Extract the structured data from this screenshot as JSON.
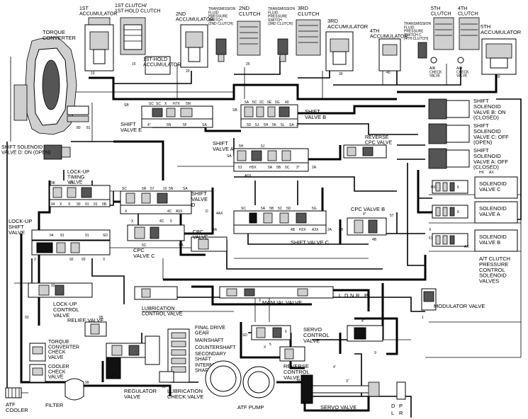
{
  "components": {
    "torque_converter": "TORQUE\nCONVERTER",
    "first_accumulator": "1ST\nACCUMULATOR",
    "first_clutch": "1ST CLUTCH/\n1ST-HOLD CLUTCH",
    "second_accumulator": "2ND\nACCUMULATOR",
    "tf_switch_2nd": "TRANSMISSION\nFLUID\nPRESSURE\nSWITCH\n(2ND CLUTCH)",
    "second_clutch": "2ND\nCLUTCH",
    "tf_switch_3rd": "TRANSMISSION\nFLUID\nPRESSURE\nSWITCH\n(3RD CLUTCH)",
    "third_clutch": "3RD\nCLUTCH",
    "third_accumulator": "3RD\nACCUMULATOR",
    "fourth_accumulator": "4TH\nACCUMULATOR",
    "tf_switch_4th": "TRANSMISSION\nFLUID\nPRESSURE\nSWITCH C\n(4TH CLUTCH)",
    "fifth_clutch": "5TH\nCLUTCH",
    "fourth_clutch": "4TH\nCLUTCH",
    "fifth_accumulator": "5TH\nACCUMULATOR",
    "first_hold_accumulator": "1ST-HOLD\nACCUMULATOR",
    "air_check_valve_1": "AIR\nCHECK\nVALVE",
    "air_check_valve_2": "AIR\nCHECK\nVALVE",
    "shift_valve_e": "SHIFT\nVALVE E",
    "shift_valve_b": "SHIFT\nVALVE B",
    "shift_valve_a": "SHIFT\nVALVE A",
    "shift_valve_c": "SHIFT VALVE C",
    "shift_valve_d": "SHIFT\nVALVE\nD",
    "reverse_cpc_valve": "REVERSE\nCPC VALVE",
    "shift_solenoid_b": "SHIFT\nSOLENOID\nVALVE B: ON\n(CLOSED)",
    "shift_solenoid_c": "SHIFT\nSOLENOID\nVALVE C: OFF\n(OPEN)",
    "shift_solenoid_a": "SHIFT\nSOLENOID\nVALVE A: OFF\n(CLOSED)",
    "shift_solenoid_d": "SHIFT SOLENOID\nVALVE D: ON (OPEN)",
    "lockup_timing_valve": "LOCK-UP\nTIMING\nVALVE",
    "lockup_shift_valve": "LOCK-UP\nSHIFT\nVALVE",
    "cpc_valve": "CPC\nVALVE",
    "cpc_valve_b": "CPC VALVE B",
    "cpc_valve_c": "CPC\nVALVE C",
    "solenoid_valve_c": "SOLENOID\nVALVE C",
    "solenoid_valve_a": "SOLENOID\nVALVE A",
    "solenoid_valve_b": "SOLENOID\nVALVE B",
    "at_clutch_solenoid": "A/T CLUTCH\nPRESSURE\nCONTROL\nSOLENOID\nVALVES",
    "lockup_control_valve": "LOCK-UP\nCONTROL\nVALVE",
    "lubrication_control_valve": "LUBRICATION\nCONTROL VALVE",
    "manual_valve": "MANUAL VALVE",
    "modulator_valve": "MODULATOR VALVE",
    "relief_valve": "RELIEF VALVE",
    "tc_check_valve": "TORQUE\nCONVERTER\nCHECK\nVALVE",
    "cooler_check_valve": "COOLER\nCHECK\nVALVE",
    "final_drive_gear": "FINAL DRIVE\nGEAR",
    "mainshaft": "MAINSHAFT",
    "countershaft": "COUNTERSHAFT",
    "secondary_shaft": "SECONDARY\nSHAFT",
    "intermediary_shaft": "INTERMEDIARY\nSHAFT",
    "servo_control_valve": "SERVO\nCONTROL\nVALVE",
    "reverse_control_valve": "REVERSE\nCONTROL\nVALVE",
    "regulator_valve": "REGULATOR\nVALVE",
    "lubrication_check_valve": "LUBRICATION\nCHECK VALVE",
    "atf_pump": "ATF PUMP",
    "servo_valve": "SERVO VALVE",
    "atf_cooler": "ATF\nCOOLER",
    "filter": "FILTER"
  },
  "manual_positions": [
    "L",
    "D",
    "N",
    "R",
    "P"
  ],
  "drain_positions": [
    "D",
    "L",
    "P",
    "R"
  ],
  "port_labels": {
    "shift_e": [
      "SB",
      "SC",
      "SC",
      "X",
      "H7X",
      "5M",
      "5F",
      "5N",
      "SA",
      "4\""
    ],
    "shift_b": [
      "SB",
      "5A",
      "5C",
      "2C",
      "5E",
      "5G",
      "40",
      "5D",
      "5J",
      "5H",
      "5K",
      "5L",
      "SA",
      "3\""
    ],
    "shift_a": [
      "SA",
      "5H",
      "H5X",
      "5A",
      "5B",
      "5C",
      "51",
      "5J",
      "A6X",
      "3\"",
      "2A"
    ],
    "lockup_timing": [
      "98",
      "91",
      "91",
      "94",
      "X",
      "X",
      "90",
      "91",
      "5B"
    ],
    "shift_d": [
      "SC",
      "5R",
      "57",
      "5N",
      "10",
      "SA",
      "X",
      "4C",
      "A5X",
      "D"
    ],
    "shift_c": [
      "4AX",
      "4A",
      "SC",
      "5A",
      "5B",
      "5C",
      "5D",
      "5G",
      "4B",
      "H2X",
      "A3X",
      "2A"
    ],
    "lockup_shift": [
      "94",
      "91",
      "91",
      "SD",
      "92",
      "93",
      "X",
      "2"
    ],
    "cpc_c": [
      "X",
      "4C",
      "6",
      "5C",
      "SA"
    ],
    "cpc_b": [
      "4\"",
      "4B",
      "57",
      "4B"
    ],
    "solenoid_row": [
      "HX",
      "HX",
      "AX",
      "AX",
      "6",
      "6",
      "4",
      "57",
      "X"
    ],
    "misc": [
      "10",
      "15",
      "20",
      "30",
      "25",
      "40",
      "50",
      "80",
      "81",
      "92",
      "93",
      "95",
      "96",
      "99",
      "1",
      "1",
      "3",
      "3A",
      "3\"",
      "4\"",
      "4'",
      "5",
      "6",
      "9",
      "SD",
      "X"
    ]
  }
}
